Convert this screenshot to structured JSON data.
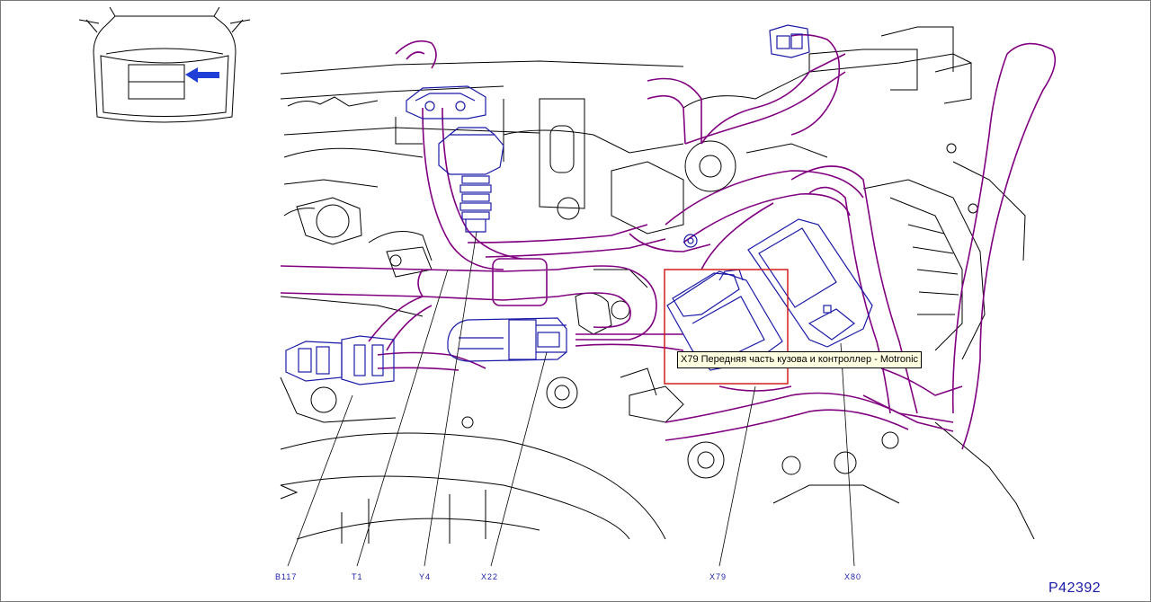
{
  "figure_ref": "P42392",
  "tooltip": "X79 Передняя часть кузова и контроллер - Motronic",
  "callouts": [
    {
      "id": "b117",
      "label": "B117"
    },
    {
      "id": "t1",
      "label": "T1"
    },
    {
      "id": "y4",
      "label": "Y4"
    },
    {
      "id": "x22",
      "label": "X22"
    },
    {
      "id": "x79",
      "label": "X79"
    },
    {
      "id": "x80",
      "label": "X80"
    }
  ],
  "colors": {
    "hose": "#800080",
    "component": "#1a1aa8",
    "outline": "#000000",
    "highlight": "#d01010",
    "arrow": "#1f3fd6"
  },
  "icons": {
    "locator": "car-front-view-icon",
    "arrow": "arrow-left-icon"
  }
}
